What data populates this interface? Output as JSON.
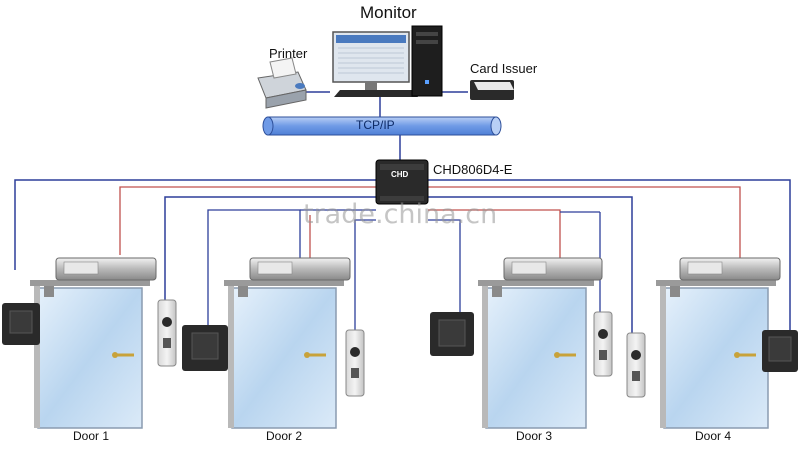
{
  "labels": {
    "monitor": "Monitor",
    "printer": "Printer",
    "card_issuer": "Card Issuer",
    "network": "TCP/IP",
    "controller": "CHD806D4-E",
    "controller_badge": "CHD",
    "watermark": "trade.china.cn"
  },
  "doors": [
    {
      "label": "Door 1"
    },
    {
      "label": "Door 2"
    },
    {
      "label": "Door 3"
    },
    {
      "label": "Door 4"
    }
  ],
  "colors": {
    "network_bus": "#7fa7ea",
    "wire_blue": "#2d3f9a",
    "wire_red": "#c0504d",
    "door_glass": "#cfe3f5",
    "device_dark": "#2a2a2a"
  }
}
